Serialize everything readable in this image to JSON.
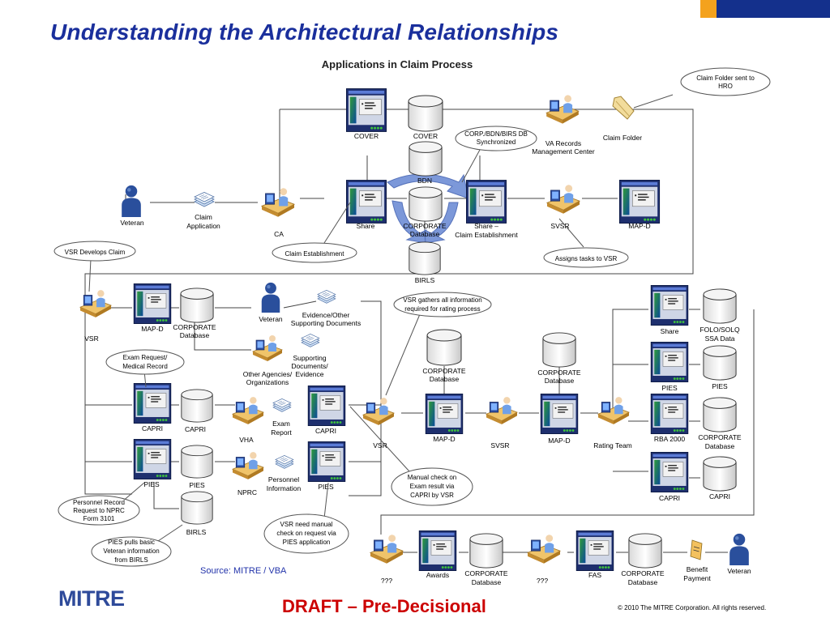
{
  "title": "Understanding the Architectural Relationships",
  "subtitle": "Applications in Claim Process",
  "colors": {
    "title": "#1a2f9c",
    "accent_orange": "#f4a21d",
    "accent_navy": "#14308c",
    "draft": "#cc0000",
    "callout_border": "#555555",
    "arrow": "#6f8fd6"
  },
  "top": {
    "cover_app": "COVER",
    "cover_db": "COVER",
    "corp_bdn_callout": "CORP./BDN/BIRS DB Synchronized",
    "va_records_line1": "VA Records",
    "va_records_line2": "Management Center",
    "claim_folder": "Claim Folder",
    "claim_folder_callout": "Claim Folder sent to HRO",
    "veteran": "Veteran",
    "claim_app_line1": "Claim",
    "claim_app_line2": "Application",
    "ca": "CA",
    "bdn": "BDN",
    "share_app": "Share",
    "corp_db_line1": "CORPORATE",
    "corp_db_line2": "Database",
    "share_ce_line1": "Share –",
    "share_ce_line2": "Claim Establishment",
    "svsr": "SVSR",
    "map_d": "MAP-D",
    "claim_est_callout": "Claim Establishment",
    "birls": "BIRLS",
    "assigns_callout": "Assigns tasks to VSR",
    "vsr_develops_callout": "VSR Develops Claim"
  },
  "left": {
    "vsr": "VSR",
    "map_d": "MAP-D",
    "corp_db_line1": "CORPORATE",
    "corp_db_line2": "Database",
    "veteran": "Veteran",
    "evidence_line1": "Evidence/Other",
    "evidence_line2": "Supporting Documents",
    "other_agencies_line1": "Other Agencies/",
    "other_agencies_line2": "Organizations",
    "supporting_line1": "Supporting",
    "supporting_line2": "Documents/",
    "supporting_line3": "Evidence",
    "exam_req_callout": "Exam Request/ Medical Record",
    "capri_app": "CAPRI",
    "capri_db": "CAPRI",
    "vha": "VHA",
    "exam_report_line1": "Exam",
    "exam_report_line2": "Report",
    "capri_app2": "CAPRI",
    "pies_app": "PIES",
    "pies_db": "PIES",
    "nprc": "NPRC",
    "personnel_line1": "Personnel",
    "personnel_line2": "Information",
    "pies_app2": "PIES",
    "birls": "BIRLS",
    "personnel_record_callout": "Personnel Record Request to NPRC Form 3101",
    "pies_pulls_callout": "PIES pulls basic Veteran information from BIRLS"
  },
  "middle": {
    "vsr_gathers_callout": "VSR gathers all information required for rating process",
    "vsr": "VSR",
    "corp1_line1": "CORPORATE",
    "corp1_line2": "Database",
    "map_d1": "MAP-D",
    "svsr": "SVSR",
    "corp2_line1": "CORPORATE",
    "corp2_line2": "Database",
    "map_d2": "MAP-D",
    "rating_team": "Rating Team",
    "manual_check_callout": "Manual check on Exam result via CAPRI by VSR",
    "vsr_manual_callout": "VSR need manual check on request via PIES application"
  },
  "right": {
    "share_app": "Share",
    "folo_line1": "FOLO/SOLQ",
    "folo_line2": "SSA Data",
    "pies_app": "PIES",
    "pies_db": "PIES",
    "rba_app": "RBA 2000",
    "corp_line1": "CORPORATE",
    "corp_line2": "Database",
    "capri_app": "CAPRI",
    "capri_db": "CAPRI"
  },
  "bottom": {
    "unknown1": "???",
    "awards": "Awards",
    "corp1_line1": "CORPORATE",
    "corp1_line2": "Database",
    "unknown2": "???",
    "fas": "FAS",
    "corp2_line1": "CORPORATE",
    "corp2_line2": "Database",
    "benefit_line1": "Benefit",
    "benefit_line2": "Payment",
    "veteran": "Veteran"
  },
  "footer": {
    "source": "Source: MITRE / VBA",
    "logo": "MITRE",
    "draft": "DRAFT – Pre-Decisional",
    "copyright": "© 2010 The MITRE Corporation. All rights reserved."
  }
}
